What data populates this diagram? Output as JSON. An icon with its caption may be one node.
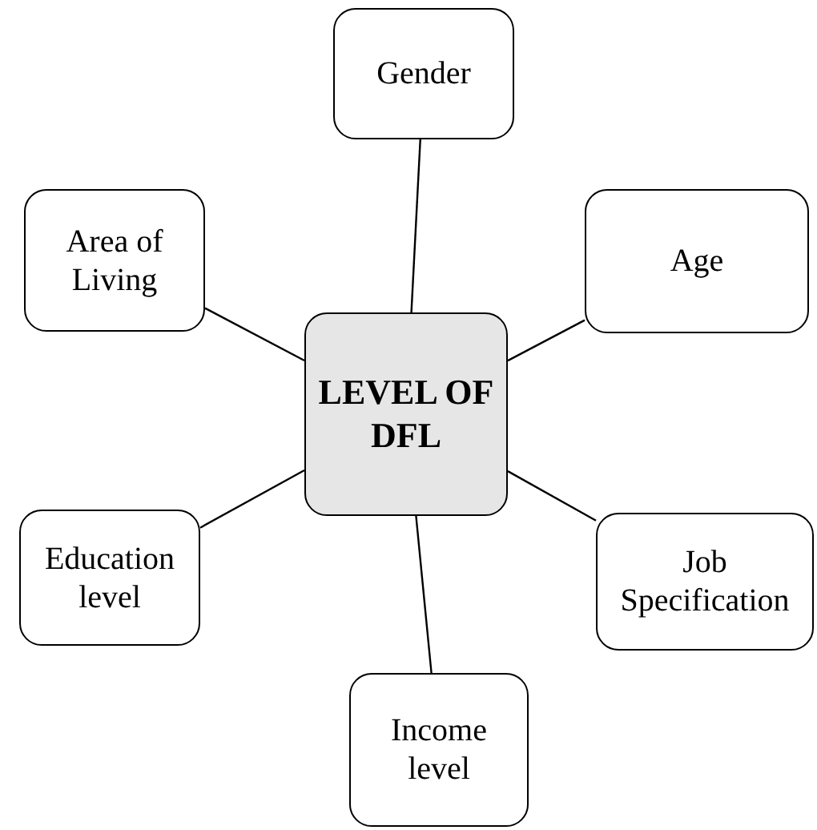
{
  "diagram": {
    "nodes": [
      {
        "text": [
          "Gender"
        ]
      },
      {
        "text": [
          "Area of Living"
        ]
      },
      {
        "text": [
          "Age"
        ]
      },
      {
        "text": [
          "LEVEL OF DFL"
        ]
      },
      {
        "text": [
          "Education level"
        ]
      },
      {
        "text": [
          "Job Specification"
        ]
      },
      {
        "text": [
          "Income level"
        ]
      }
    ],
    "edges": [
      {
        "from": 3,
        "to": 0,
        "arrow": "none"
      },
      {
        "from": 3,
        "to": 1,
        "arrow": "none"
      },
      {
        "from": 3,
        "to": 2,
        "arrow": "none"
      },
      {
        "from": 3,
        "to": 4,
        "arrow": "none"
      },
      {
        "from": 3,
        "to": 5,
        "arrow": "none"
      },
      {
        "from": 3,
        "to": 6,
        "arrow": "none"
      }
    ]
  }
}
